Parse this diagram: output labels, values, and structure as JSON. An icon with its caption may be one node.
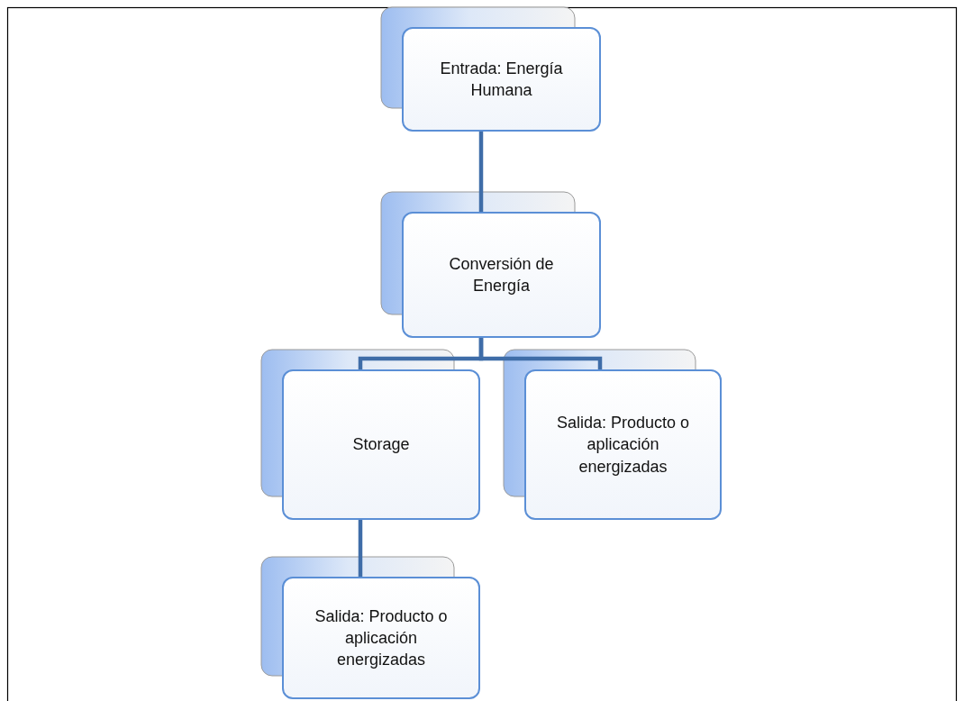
{
  "diagram": {
    "nodes": [
      {
        "text": [
          "Entrada: Energía Humana"
        ]
      },
      {
        "text": [
          "Conversión de Energía"
        ]
      },
      {
        "text": [
          "Storage"
        ]
      },
      {
        "text": [
          "Salida: Producto o aplicación energizadas"
        ]
      },
      {
        "text": [
          "Salida: Producto o aplicación energizadas"
        ]
      }
    ],
    "edges": [
      {
        "from": 0,
        "to": 1,
        "arrow": "none"
      },
      {
        "from": 1,
        "to": 2,
        "arrow": "none"
      },
      {
        "from": 1,
        "to": 3,
        "arrow": "none"
      },
      {
        "from": 2,
        "to": 4,
        "arrow": "none"
      }
    ]
  }
}
